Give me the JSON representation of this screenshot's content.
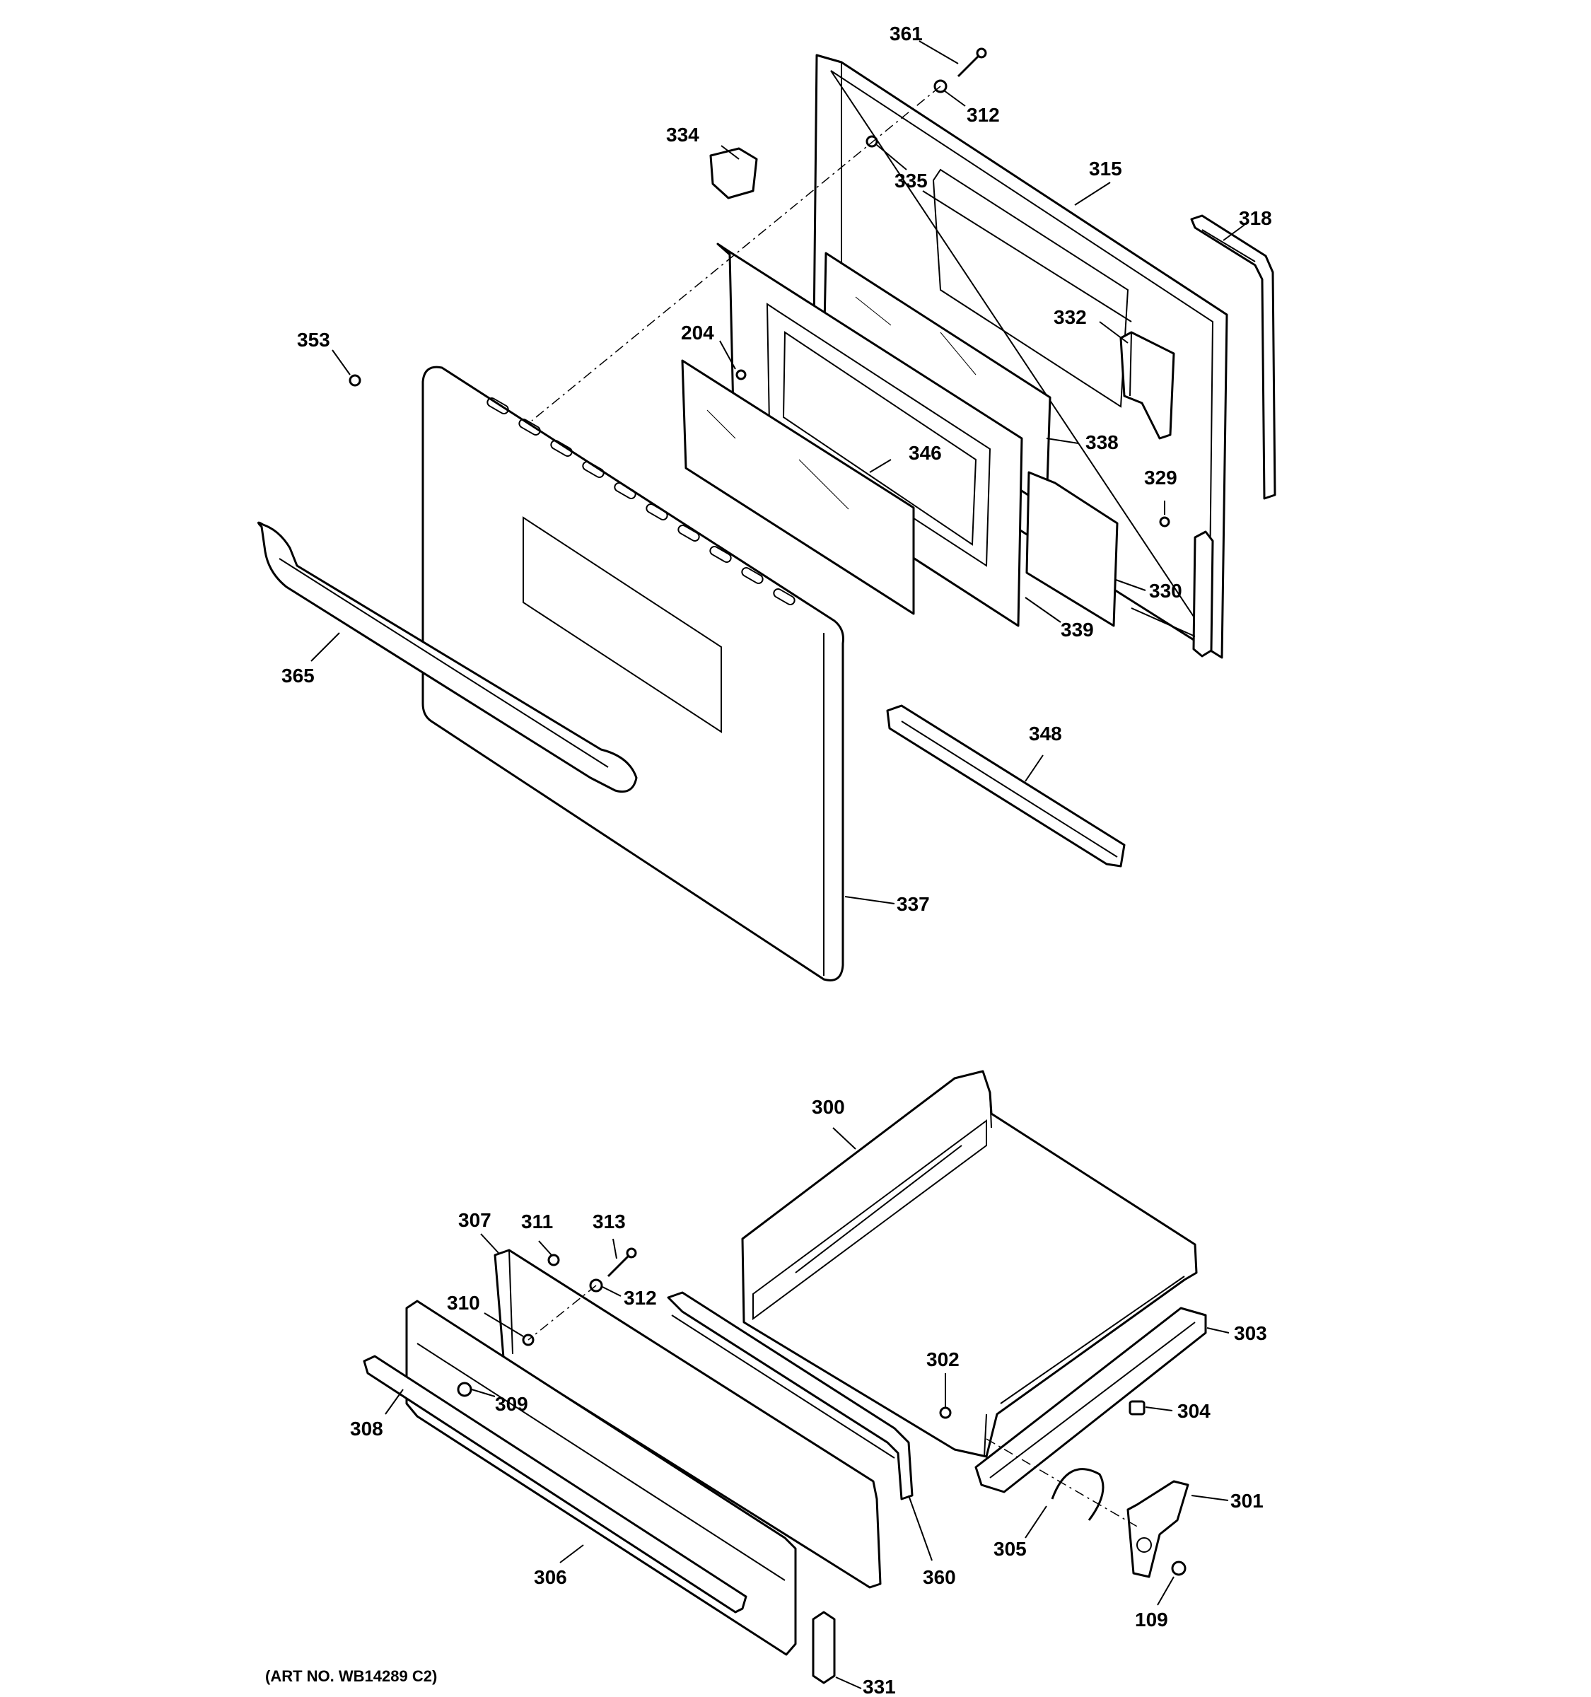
{
  "callouts": {
    "c361": "361",
    "c312a": "312",
    "c334": "334",
    "c335": "335",
    "c315": "315",
    "c318": "318",
    "c353": "353",
    "c204": "204",
    "c332": "332",
    "c346": "346",
    "c338": "338",
    "c329": "329",
    "c330": "330",
    "c339": "339",
    "c365": "365",
    "c348": "348",
    "c337": "337",
    "c300": "300",
    "c307": "307",
    "c311": "311",
    "c313": "313",
    "c312b": "312",
    "c310": "310",
    "c302": "302",
    "c303": "303",
    "c304": "304",
    "c309": "309",
    "c308": "308",
    "c301": "301",
    "c305": "305",
    "c306": "306",
    "c360": "360",
    "c109": "109",
    "c331": "331"
  },
  "caption": "(ART NO. WB14289 C2)"
}
